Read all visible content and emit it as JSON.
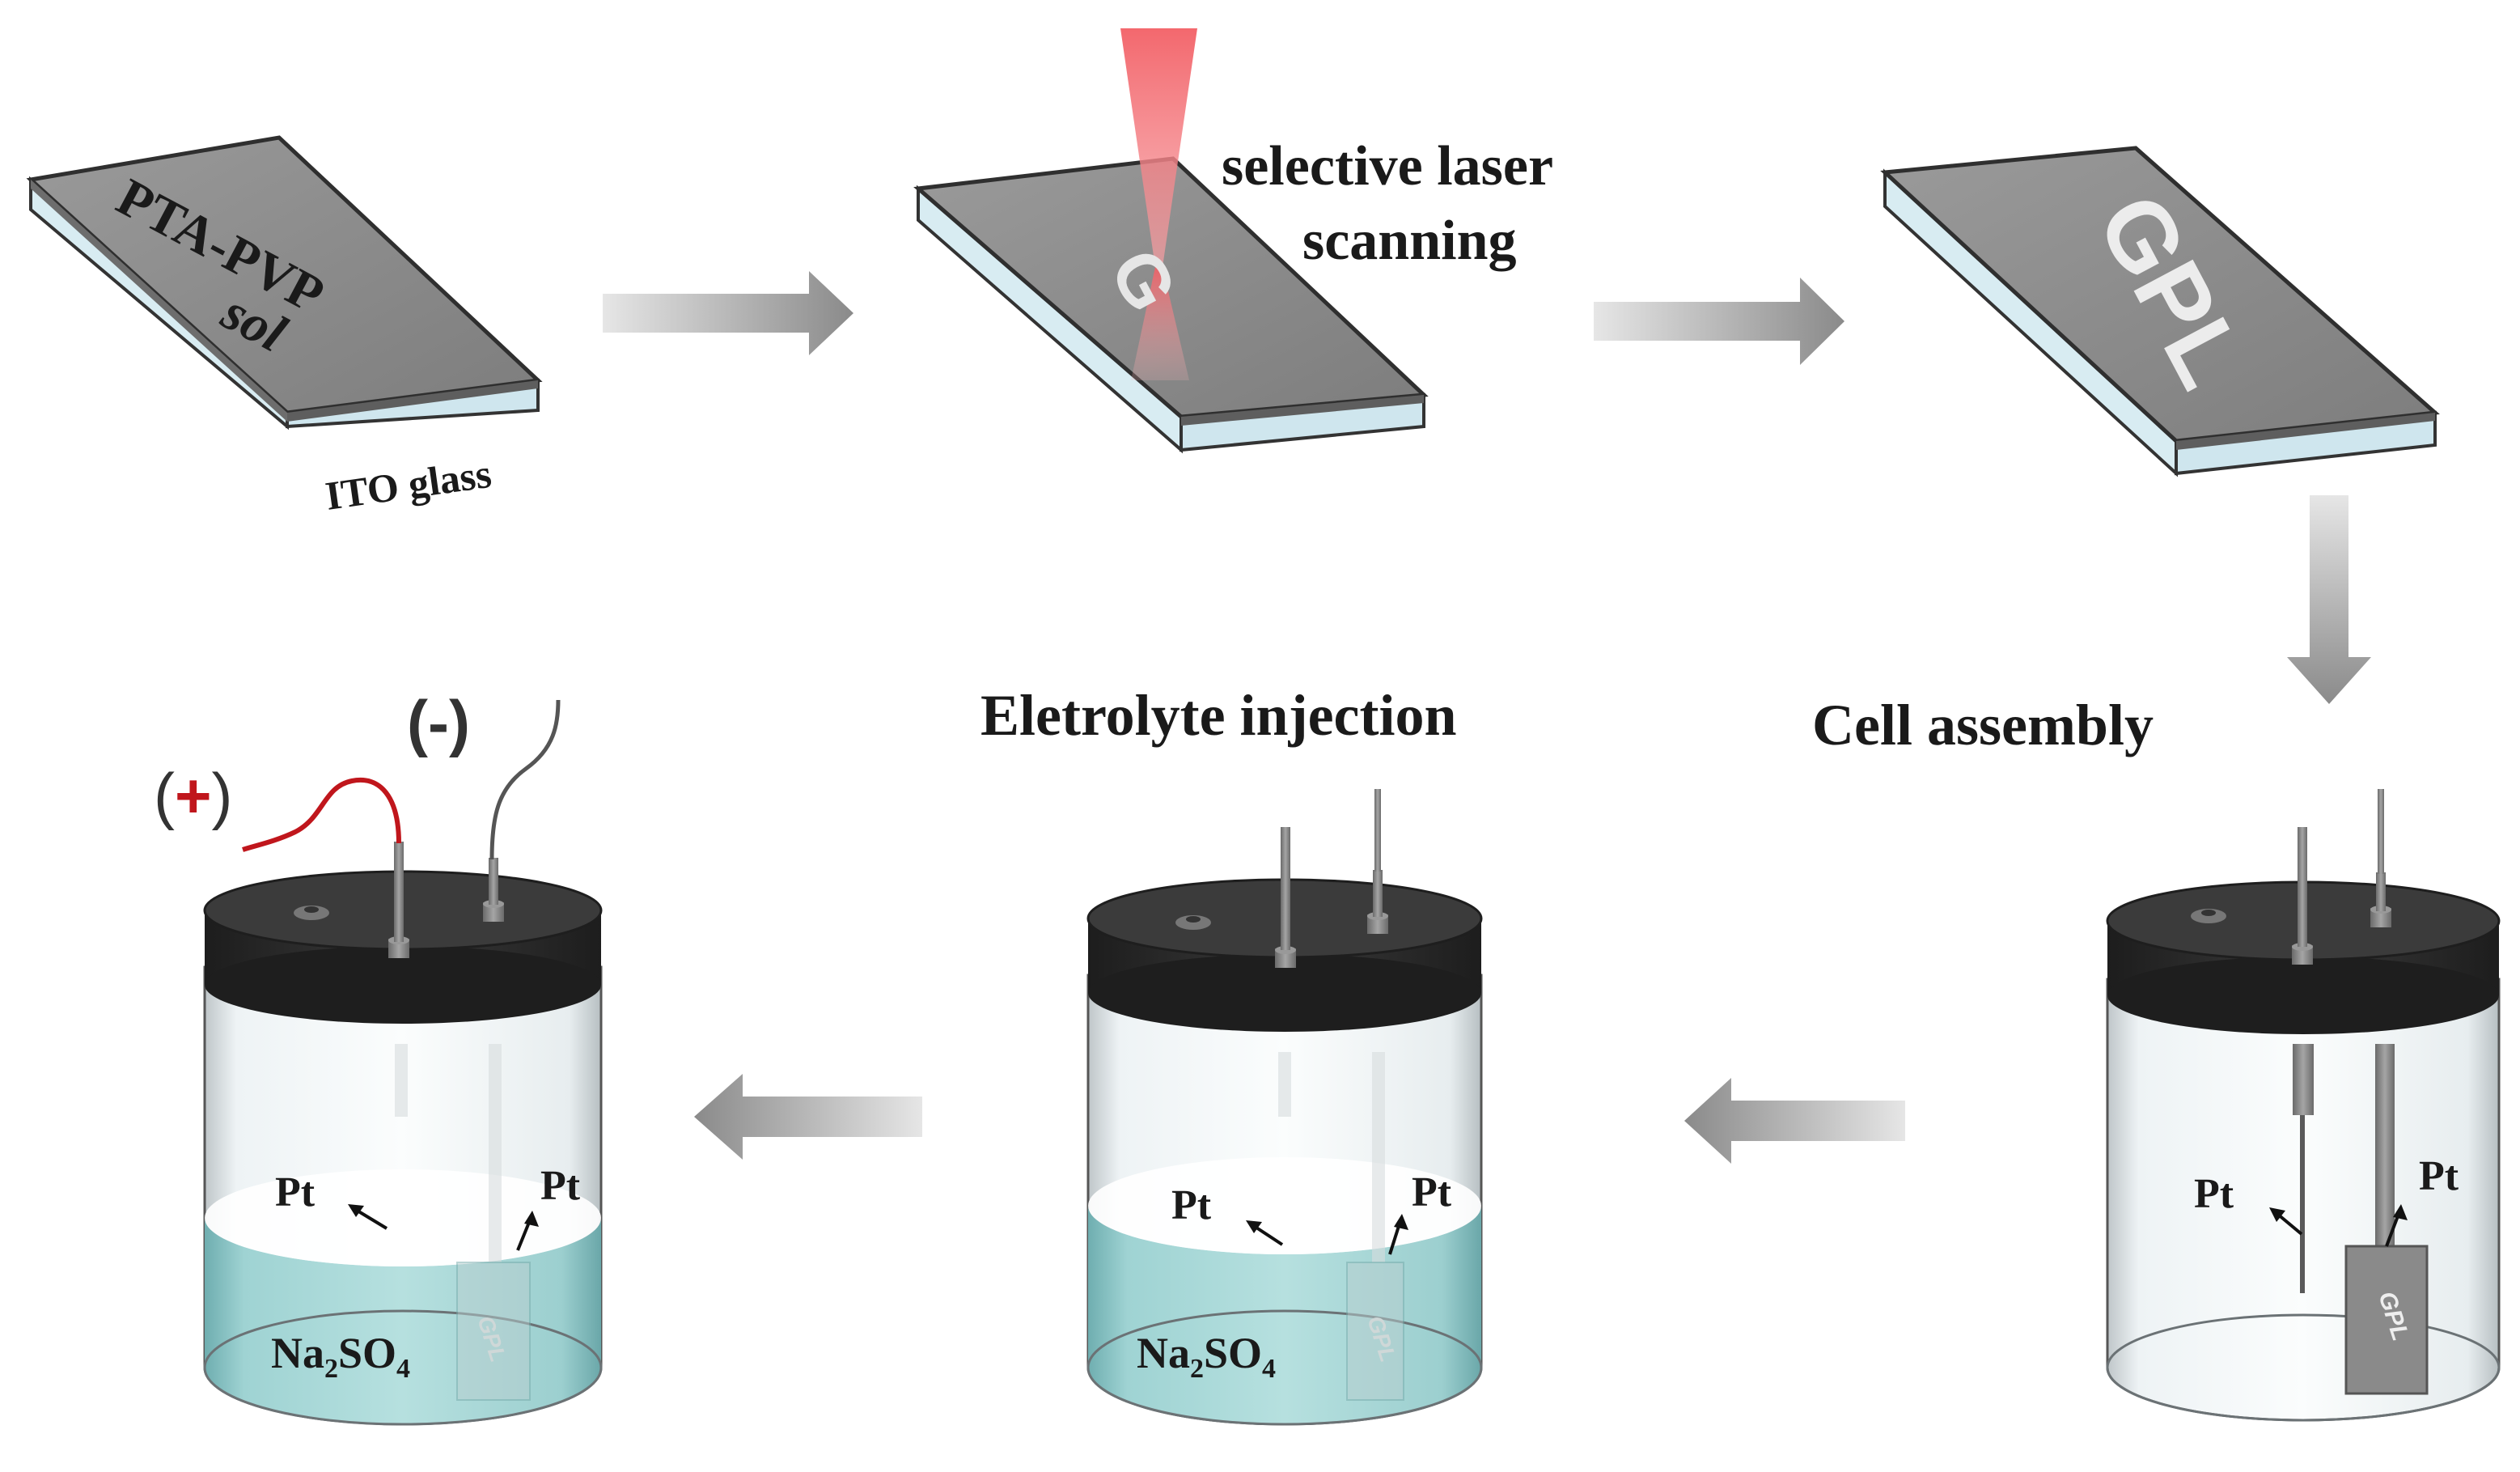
{
  "steps": {
    "coating": {
      "film_label_line1": "PTA-PVP",
      "film_label_line2": "sol",
      "substrate_label": "ITO glass"
    },
    "laser": {
      "caption_line1": "selective laser",
      "caption_line2": "scanning",
      "pattern_text": "G"
    },
    "patterned": {
      "pattern_text": "GPL"
    },
    "assembly": {
      "caption": "Cell assembly",
      "electrode_left_label": "Pt",
      "electrode_right_label": "Pt",
      "sample_label": "GPL"
    },
    "injection": {
      "caption": "Eletrolyte injection",
      "electrode_left_label": "Pt",
      "electrode_right_label": "Pt",
      "electrolyte_main": "Na",
      "electrolyte_sub1": "2",
      "electrolyte_mid": "SO",
      "electrolyte_sub2": "4",
      "sample_label": "GPL"
    },
    "test": {
      "positive_label": "(+)",
      "positive_open": "(",
      "positive_sign": "+",
      "positive_close": ")",
      "negative_label": "(-)",
      "electrode_left_label": "Pt",
      "electrode_right_label": "Pt",
      "electrolyte_main": "Na",
      "electrolyte_sub1": "2",
      "electrolyte_mid": "SO",
      "electrolyte_sub2": "4",
      "sample_label": "GPL"
    }
  },
  "colors": {
    "film": "#8f8f8f",
    "film_dark": "#5e5e5e",
    "glass": "#cfe6ee",
    "laser": "#f05a60",
    "arrow": "#9a9a9a",
    "lid": "#2b2b2b",
    "electrolyte": "#8fc9c9",
    "positive_wire": "#c0161c",
    "negative_wire": "#555555"
  }
}
